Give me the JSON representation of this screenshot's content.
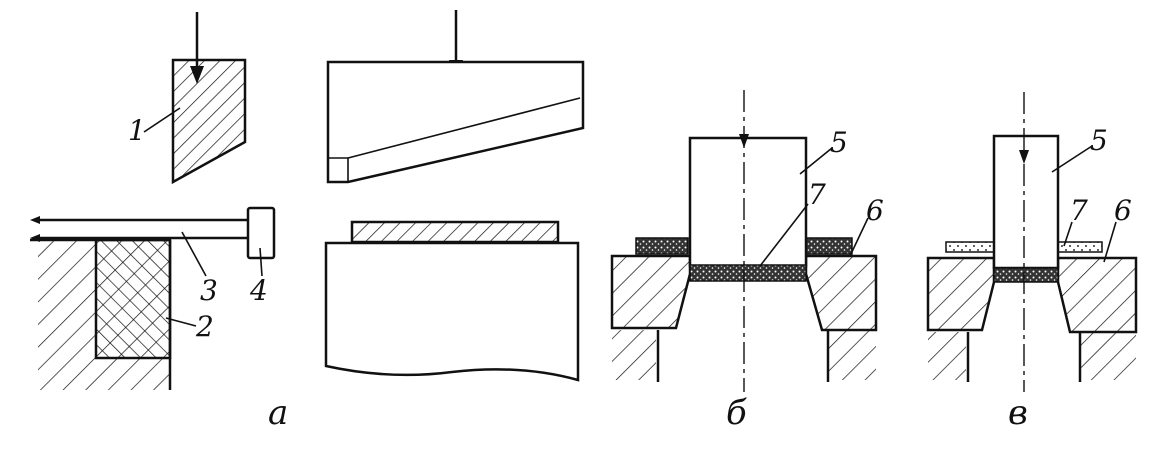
{
  "labels": {
    "n1": "1",
    "n2": "2",
    "n3": "3",
    "n4": "4",
    "n5b": "5",
    "n7b": "7",
    "n6b": "6",
    "n5c": "5",
    "n7c": "7",
    "n6c": "6"
  },
  "captions": {
    "a": "а",
    "b": "б",
    "c": "в"
  }
}
